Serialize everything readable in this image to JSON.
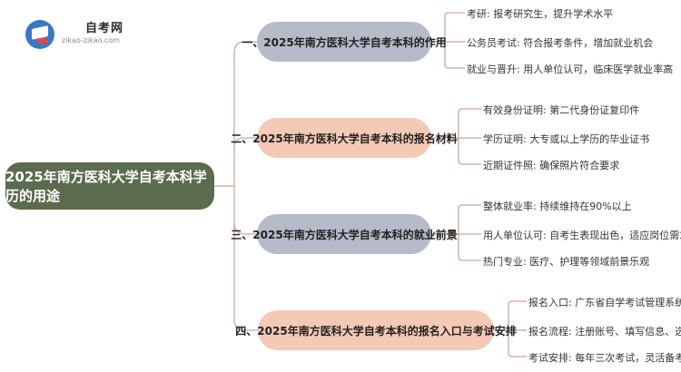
{
  "logo": {
    "name": "自考网",
    "url": "zikao-zikao.com"
  },
  "root": {
    "title": "2025年南方医科大学自考本科学历的用途"
  },
  "branches": [
    {
      "title": "一、2025年南方医科大学自考本科的作用",
      "color": "#b6bbc9",
      "items": [
        "考研: 报考研究生，提升学术水平",
        "公务员考试: 符合报考条件，增加就业机会",
        "就业与晋升: 用人单位认可，临床医学就业率高"
      ]
    },
    {
      "title": "二、2025年南方医科大学自考本科的报名材料",
      "color": "#f4c9b6",
      "items": [
        "有效身份证明: 第二代身份证复印件",
        "学历证明: 大专或以上学历的毕业证书",
        "近期证件照: 确保照片符合要求"
      ]
    },
    {
      "title": "三、2025年南方医科大学自考本科的就业前景",
      "color": "#b6bbc9",
      "items": [
        "整体就业率: 持续维持在90%以上",
        "用人单位认可: 自考生表现出色，适应岗位需求",
        "热门专业: 医疗、护理等领域前景乐观"
      ]
    },
    {
      "title": "四、2025年南方医科大学自考本科的报名入口与考试安排",
      "color": "#f4c9b6",
      "items": [
        "报名入口: 广东省自学考试管理系统",
        "报名流程: 注册账号、填写信息、选择专业",
        "考试安排: 每年三次考试，灵活备考时间"
      ]
    }
  ],
  "colors": {
    "root": "#5b6b4d",
    "connector": "#c9a89a",
    "leaf_line": "#c9a89a"
  }
}
